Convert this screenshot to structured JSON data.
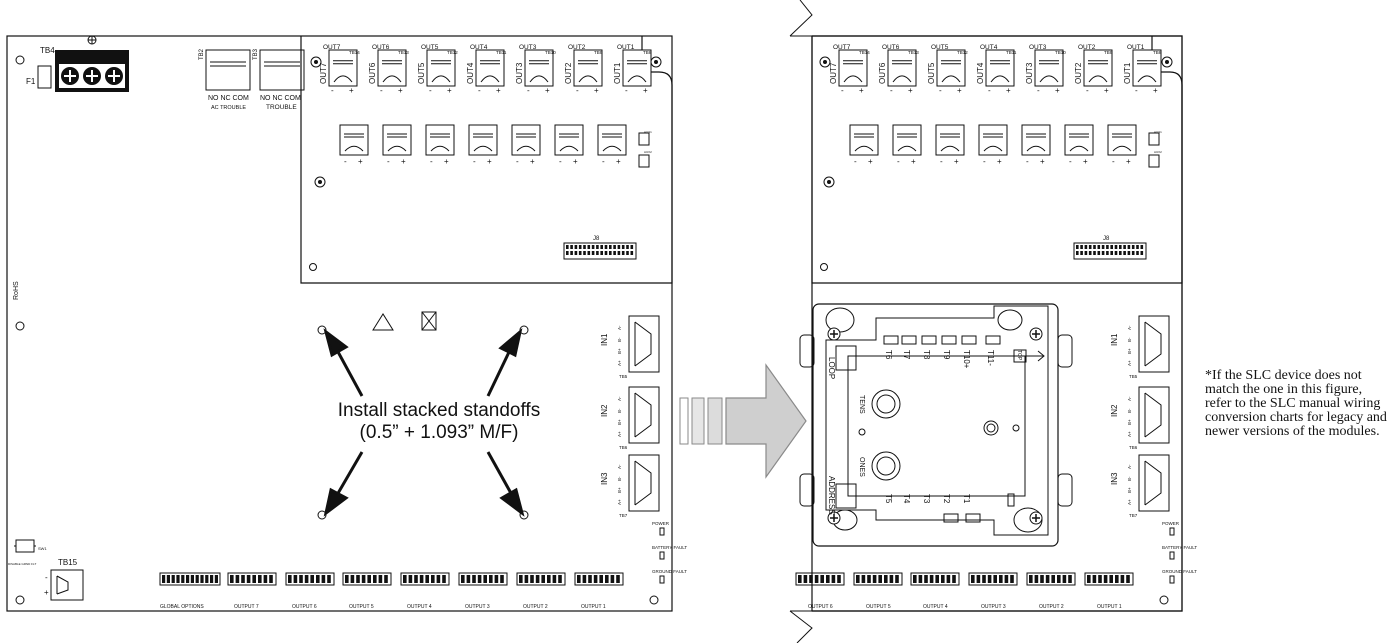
{
  "left_board": {
    "tb4_label": "TB4",
    "f1_label": "F1",
    "tb2_label": "TB2",
    "tb3_label": "TB3",
    "relay_contacts": "NO NC COM",
    "ac_trouble": "AC TROUBLE",
    "trouble": "TROUBLE",
    "rohs": "RoHS",
    "sw1_label": "SW1",
    "sw1_caption": "DISABLE GRND FLT",
    "tb15_label": "TB15",
    "tb15_minus": "-",
    "tb15_plus": "+",
    "global_options": "GLOBAL OPTIONS",
    "dip_outputs": [
      "OUTPUT 7",
      "OUTPUT 6",
      "OUTPUT 5",
      "OUTPUT 4",
      "OUTPUT 3",
      "OUTPUT 2",
      "OUTPUT 1"
    ],
    "inputs": [
      {
        "name": "IN1",
        "tb": "TB5"
      },
      {
        "name": "IN2",
        "tb": "TB6"
      },
      {
        "name": "IN3",
        "tb": "TB7"
      }
    ],
    "input_pins": [
      "A+",
      "B+",
      "B-",
      "A-"
    ],
    "leds": [
      "POWER",
      "BATTERY FAULT",
      "GROUND FAULT"
    ]
  },
  "expander": {
    "outputs": [
      {
        "name": "OUT7",
        "tb": "TB14"
      },
      {
        "name": "OUT6",
        "tb": "TB13"
      },
      {
        "name": "OUT5",
        "tb": "TB12"
      },
      {
        "name": "OUT4",
        "tb": "TB11"
      },
      {
        "name": "OUT3",
        "tb": "TB10"
      },
      {
        "name": "OUT2",
        "tb": "TB9"
      },
      {
        "name": "OUT1",
        "tb": "TB8"
      }
    ],
    "pol_minus": "-",
    "pol_plus": "+",
    "j8_label": "J8",
    "aux1": "AUX1",
    "aux2": "AUX2"
  },
  "install_text": {
    "line1": "Install stacked standoffs",
    "line2": "(0.5” + 1.093” M/F)"
  },
  "slc_module": {
    "top_terminals": [
      "T6",
      "T7",
      "T8",
      "T9",
      "T10+",
      "T11-"
    ],
    "bottom_terminals": [
      "T5",
      "T4",
      "T3",
      "T2",
      "T1"
    ],
    "loop": "LOOP",
    "address": "ADDRESS",
    "tens": "TENS",
    "ones": "ONES",
    "top": "TOP"
  },
  "right_board": {
    "dip_outputs": [
      "OUTPUT 6",
      "OUTPUT 5",
      "OUTPUT 4",
      "OUTPUT 3",
      "OUTPUT 2",
      "OUTPUT 1"
    ]
  },
  "footnote": "*If the SLC device does not match the one in this figure, refer to the SLC manual wiring conversion charts for legacy and newer versions of the modules.",
  "colors": {
    "line": "#111111",
    "arrow_fill": "#cfcfcf",
    "arrow_stroke": "#8a8a8a"
  }
}
